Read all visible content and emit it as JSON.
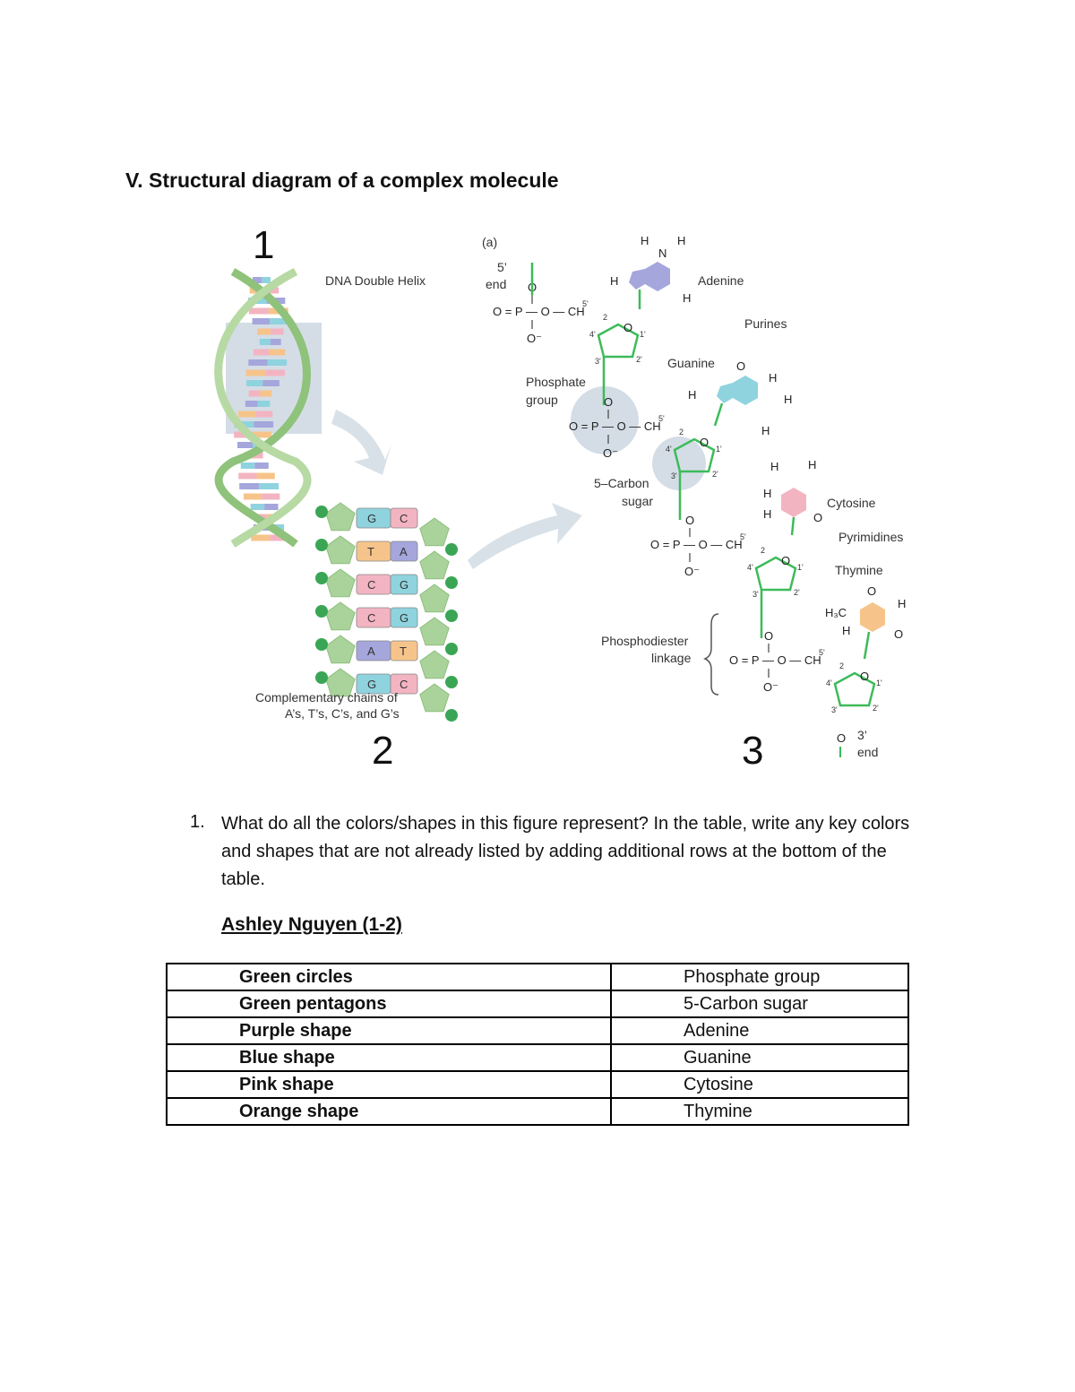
{
  "section_title": "V. Structural diagram of a complex molecule",
  "figure": {
    "panel_numbers": [
      "1",
      "2",
      "3"
    ],
    "panel1_label": "DNA Double Helix",
    "panel2_caption": [
      "Complementary chains of",
      "A’s, T’s, C’s, and G’s"
    ],
    "base_pairs": [
      {
        "left": "G",
        "right": "C"
      },
      {
        "left": "T",
        "right": "A"
      },
      {
        "left": "C",
        "right": "G"
      },
      {
        "left": "C",
        "right": "G"
      },
      {
        "left": "A",
        "right": "T"
      },
      {
        "left": "G",
        "right": "C"
      }
    ],
    "panel3": {
      "part_label": "(a)",
      "five_prime": "5’",
      "five_end": "end",
      "three_prime": "3’",
      "three_end": "end",
      "phosphate_group": [
        "Phosphate",
        "group"
      ],
      "carbon_sugar": [
        "5–Carbon",
        "sugar"
      ],
      "phosphodiester": [
        "Phosphodiester",
        "linkage"
      ],
      "adenine": "Adenine",
      "guanine": "Guanine",
      "cytosine": "Cytosine",
      "thymine": "Thymine",
      "purines": "Purines",
      "pyrimidines": "Pyrimidines",
      "phosphate_formula": "O = P — O — CH",
      "subscript_2": "2",
      "atom_O": "O",
      "atom_O_minus": "O⁻",
      "atom_H": "H",
      "atom_N": "N",
      "methyl": "H₃C",
      "carbons": [
        "5'",
        "4'",
        "3'",
        "2'",
        "1'"
      ]
    },
    "colors": {
      "green_backbone": "#3dbb5a",
      "green_circle": "#3aa655",
      "green_pentagon": "#a9d39a",
      "purple_adenine": "#a4a6dc",
      "blue_guanine": "#8fd3df",
      "pink_cytosine": "#f3b4c2",
      "orange_thymine": "#f6c48a",
      "highlight_box": "#d4dde6",
      "arrow": "#d9e1e8"
    }
  },
  "question": {
    "number": "1.",
    "text": "What do all the colors/shapes in this figure represent? In the table, write any key colors and shapes that are not already listed by adding additional rows at the bottom of the table."
  },
  "author": "Ashley Nguyen (1-2)",
  "table": {
    "rows": [
      {
        "shape": "Green circles",
        "meaning": "Phosphate group"
      },
      {
        "shape": "Green pentagons",
        "meaning": "5-Carbon sugar"
      },
      {
        "shape": "Purple shape",
        "meaning": "Adenine"
      },
      {
        "shape": "Blue shape",
        "meaning": "Guanine"
      },
      {
        "shape": "Pink shape",
        "meaning": "Cytosine"
      },
      {
        "shape": " Orange shape",
        "meaning": "Thymine"
      }
    ]
  }
}
